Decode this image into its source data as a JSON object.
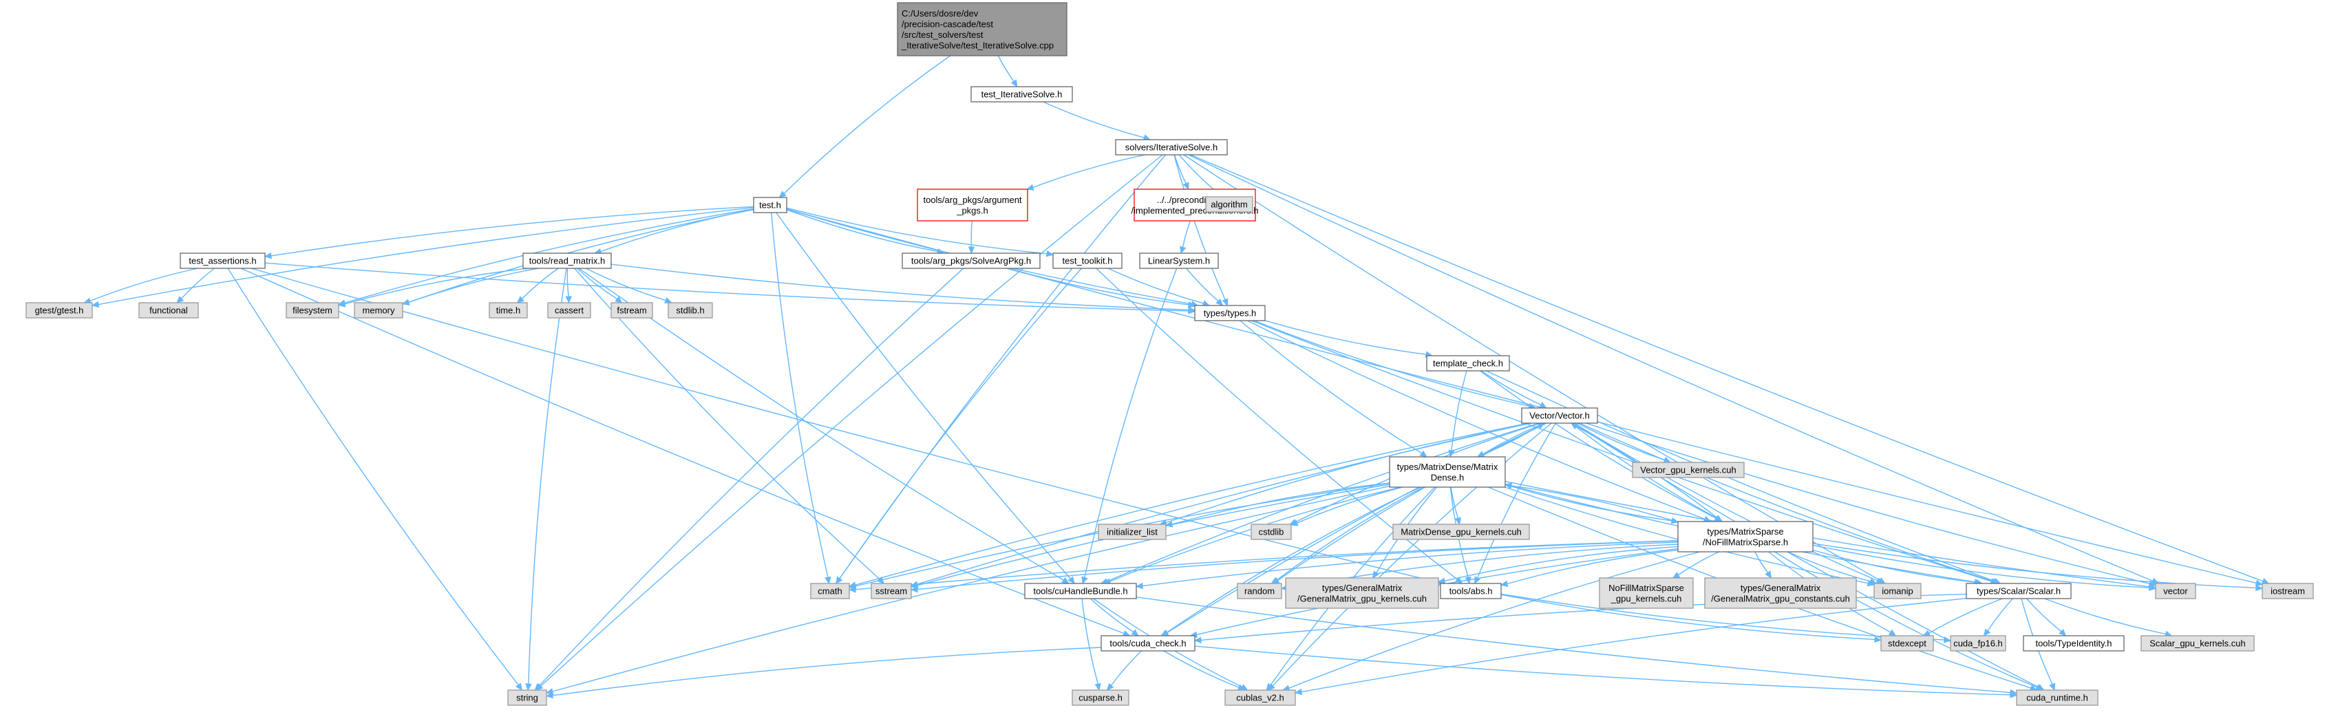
{
  "colors": {
    "edge": "#63b8ff",
    "root_fill": "#999999",
    "root_stroke": "#666666",
    "file_fill": "#ffffff",
    "file_stroke": "#666666",
    "system_fill": "#e0e0e0",
    "system_stroke": "#999999",
    "missing_fill": "#ffffff",
    "missing_stroke": "#ff0000"
  },
  "nodes": [
    {
      "id": "root",
      "kind": "root",
      "lines": [
        "C:/Users/dosre/dev",
        "/precision-cascade/test",
        "/src/test_solvers/test",
        "_IterativeSolve/test_IterativeSolve.cpp"
      ]
    },
    {
      "id": "test_itsolve_h",
      "kind": "file",
      "lines": [
        "test_IterativeSolve.h"
      ]
    },
    {
      "id": "solvers_itsolve",
      "kind": "file",
      "lines": [
        "solvers/IterativeSolve.h"
      ]
    },
    {
      "id": "test_h",
      "kind": "file",
      "lines": [
        "test.h"
      ]
    },
    {
      "id": "arg_pkgs",
      "kind": "missing",
      "lines": [
        "tools/arg_pkgs/argument",
        "_pkgs.h"
      ]
    },
    {
      "id": "precond",
      "kind": "missing",
      "lines": [
        "../../preconditioners",
        "/implemented_preconditioners.h"
      ]
    },
    {
      "id": "algorithm",
      "kind": "system",
      "lines": [
        "algorithm"
      ]
    },
    {
      "id": "test_assertions",
      "kind": "file",
      "lines": [
        "test_assertions.h"
      ]
    },
    {
      "id": "read_matrix",
      "kind": "file",
      "lines": [
        "tools/read_matrix.h"
      ]
    },
    {
      "id": "solvearg",
      "kind": "file",
      "lines": [
        "tools/arg_pkgs/SolveArgPkg.h"
      ]
    },
    {
      "id": "test_toolkit",
      "kind": "file",
      "lines": [
        "test_toolkit.h"
      ]
    },
    {
      "id": "linear_system",
      "kind": "file",
      "lines": [
        "LinearSystem.h"
      ]
    },
    {
      "id": "gtest",
      "kind": "system",
      "lines": [
        "gtest/gtest.h"
      ]
    },
    {
      "id": "functional",
      "kind": "system",
      "lines": [
        "functional"
      ]
    },
    {
      "id": "filesystem",
      "kind": "system",
      "lines": [
        "filesystem"
      ]
    },
    {
      "id": "memory",
      "kind": "system",
      "lines": [
        "memory"
      ]
    },
    {
      "id": "time_h",
      "kind": "system",
      "lines": [
        "time.h"
      ]
    },
    {
      "id": "cassert",
      "kind": "system",
      "lines": [
        "cassert"
      ]
    },
    {
      "id": "fstream",
      "kind": "system",
      "lines": [
        "fstream"
      ]
    },
    {
      "id": "stdlib",
      "kind": "system",
      "lines": [
        "stdlib.h"
      ]
    },
    {
      "id": "types_h",
      "kind": "file",
      "lines": [
        "types/types.h"
      ]
    },
    {
      "id": "template_check",
      "kind": "file",
      "lines": [
        "template_check.h"
      ]
    },
    {
      "id": "vector_h",
      "kind": "file",
      "lines": [
        "Vector/Vector.h"
      ]
    },
    {
      "id": "matrixdense",
      "kind": "file",
      "lines": [
        "types/MatrixDense/Matrix",
        "Dense.h"
      ]
    },
    {
      "id": "vector_gpu",
      "kind": "system",
      "lines": [
        "Vector_gpu_kernels.cuh"
      ]
    },
    {
      "id": "cstdlib",
      "kind": "system",
      "lines": [
        "cstdlib"
      ]
    },
    {
      "id": "init_list",
      "kind": "system",
      "lines": [
        "initializer_list"
      ]
    },
    {
      "id": "md_gpu",
      "kind": "system",
      "lines": [
        "MatrixDense_gpu_kernels.cuh"
      ]
    },
    {
      "id": "nofill",
      "kind": "file",
      "lines": [
        "types/MatrixSparse",
        "/NoFillMatrixSparse.h"
      ]
    },
    {
      "id": "cmath",
      "kind": "system",
      "lines": [
        "cmath"
      ]
    },
    {
      "id": "sstream",
      "kind": "system",
      "lines": [
        "sstream"
      ]
    },
    {
      "id": "cuhandle",
      "kind": "file",
      "lines": [
        "tools/cuHandleBundle.h"
      ]
    },
    {
      "id": "random",
      "kind": "system",
      "lines": [
        "random"
      ]
    },
    {
      "id": "gm_kernels",
      "kind": "system",
      "lines": [
        "types/GeneralMatrix",
        "/GeneralMatrix_gpu_kernels.cuh"
      ]
    },
    {
      "id": "abs_h",
      "kind": "file",
      "lines": [
        "tools/abs.h"
      ]
    },
    {
      "id": "nfms_gpu",
      "kind": "system",
      "lines": [
        "NoFillMatrixSparse",
        "_gpu_kernels.cuh"
      ]
    },
    {
      "id": "gm_consts",
      "kind": "system",
      "lines": [
        "types/GeneralMatrix",
        "/GeneralMatrix_gpu_constants.cuh"
      ]
    },
    {
      "id": "iomanip",
      "kind": "system",
      "lines": [
        "iomanip"
      ]
    },
    {
      "id": "scalar_h",
      "kind": "file",
      "lines": [
        "types/Scalar/Scalar.h"
      ]
    },
    {
      "id": "vector_std",
      "kind": "system",
      "lines": [
        "vector"
      ]
    },
    {
      "id": "iostream",
      "kind": "system",
      "lines": [
        "iostream"
      ]
    },
    {
      "id": "stdexcept",
      "kind": "system",
      "lines": [
        "stdexcept"
      ]
    },
    {
      "id": "cuda_fp16",
      "kind": "system",
      "lines": [
        "cuda_fp16.h"
      ]
    },
    {
      "id": "typeidentity",
      "kind": "file",
      "lines": [
        "tools/TypeIdentity.h"
      ]
    },
    {
      "id": "scalar_gpu",
      "kind": "system",
      "lines": [
        "Scalar_gpu_kernels.cuh"
      ]
    },
    {
      "id": "cuda_check",
      "kind": "file",
      "lines": [
        "tools/cuda_check.h"
      ]
    },
    {
      "id": "string",
      "kind": "system",
      "lines": [
        "string"
      ]
    },
    {
      "id": "cusparse",
      "kind": "system",
      "lines": [
        "cusparse.h"
      ]
    },
    {
      "id": "cublas",
      "kind": "system",
      "lines": [
        "cublas_v2.h"
      ]
    },
    {
      "id": "cuda_runtime",
      "kind": "system",
      "lines": [
        "cuda_runtime.h"
      ]
    }
  ]
}
